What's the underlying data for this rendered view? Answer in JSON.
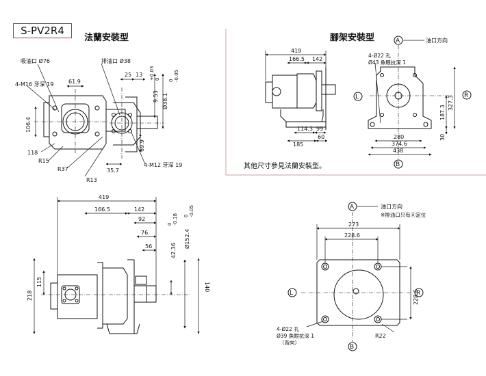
{
  "model": "S-PV2R4",
  "sections": {
    "flange_title": "法蘭安裝型",
    "foot_title": "腳架安裝型",
    "note": "其他尺寸參見法蘭安裝型。"
  },
  "labels": {
    "suction_port": "吸油口 Ø76",
    "discharge_port": "排油口 Ø38",
    "bolt_m16": "4-M16 牙深 19",
    "bolt_m12": "4-M12 牙深 19",
    "hole_foot": "4-Ø22 孔",
    "counterbore_foot": "Ø43 魚眼抗深 1",
    "hole_bottom": "4-Ø22 孔",
    "counterbore_bottom": "Ø39 魚眼抗深 1",
    "back_side": "（背向）",
    "port_dir_1": "油口方向",
    "port_dir_2": "油口方向",
    "port_note": "※排油口只有Ⓐ定位",
    "A": "A",
    "B": "B",
    "L": "L",
    "R": "R"
  },
  "dims_flange": {
    "d61_9": "61.9",
    "d25": "25",
    "d13": "13",
    "d9_53": "9.53",
    "tol_9_53_hi": "+0.03",
    "tol_9_53_lo": "0",
    "d38_1": "Ø38.1",
    "tol_38_1_hi": "0",
    "tol_38_1_lo": "-0.05",
    "d106_4": "106.4",
    "d118": "118",
    "d69_9": "69.9",
    "d35_7": "35.7",
    "r15": "R15",
    "r37": "R37",
    "r13": "R13"
  },
  "dims_foot": {
    "d419": "419",
    "d166_5": "166.5",
    "d142": "142",
    "d114_3": "114.3",
    "d99": "99",
    "d185": "185",
    "d60": "60",
    "d280": "280",
    "d374_6": "374.6",
    "d438": "438",
    "d187_3": "187.3",
    "d327_3": "327.3",
    "d30": "30"
  },
  "dims_side": {
    "d419": "419",
    "d166_5": "166.5",
    "d142": "142",
    "d92": "92",
    "d76": "76",
    "d56": "56",
    "d42_36": "42.36",
    "tol_42_36_hi": "0",
    "tol_42_36_lo": "-0.18",
    "d152_4": "Ø152.4",
    "tol_152_4_hi": "0",
    "tol_152_4_lo": "-0.05",
    "d115": "115",
    "d218": "218",
    "d140": "140"
  },
  "dims_bottom": {
    "d273": "273",
    "d228_6_h": "228.6",
    "d228_6_v": "228.6",
    "r22": "R22"
  }
}
